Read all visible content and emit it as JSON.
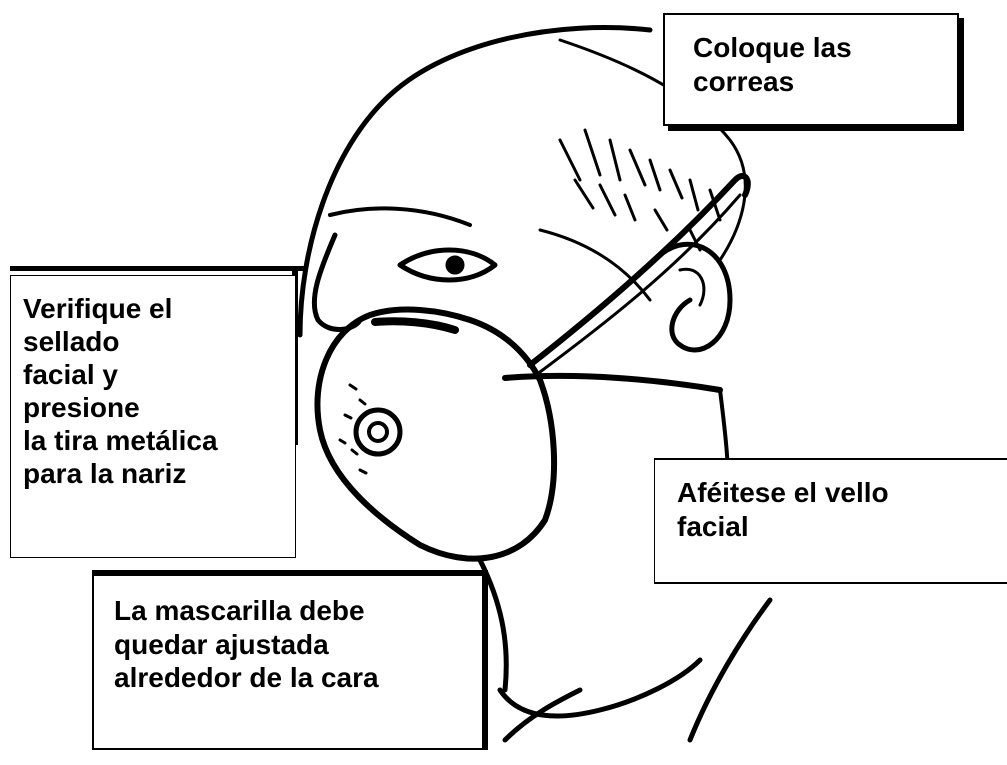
{
  "callouts": {
    "straps": {
      "lines": [
        "Coloque las",
        "correas"
      ]
    },
    "seal": {
      "lines": [
        "Verifique el",
        "sellado",
        "facial y",
        "presione",
        "la tira metálica",
        "para la nariz"
      ]
    },
    "shave": {
      "lines": [
        "Aféitese el vello",
        "facial"
      ]
    },
    "fit": {
      "lines": [
        "La mascarilla debe",
        "quedar ajustada",
        "alrededor de la cara"
      ]
    }
  },
  "illustration": {
    "subject": "man wearing N95 respirator mask, side profile",
    "style": "black ink line drawing on white",
    "stroke_color": "#000000",
    "fill_color": "#ffffff"
  }
}
